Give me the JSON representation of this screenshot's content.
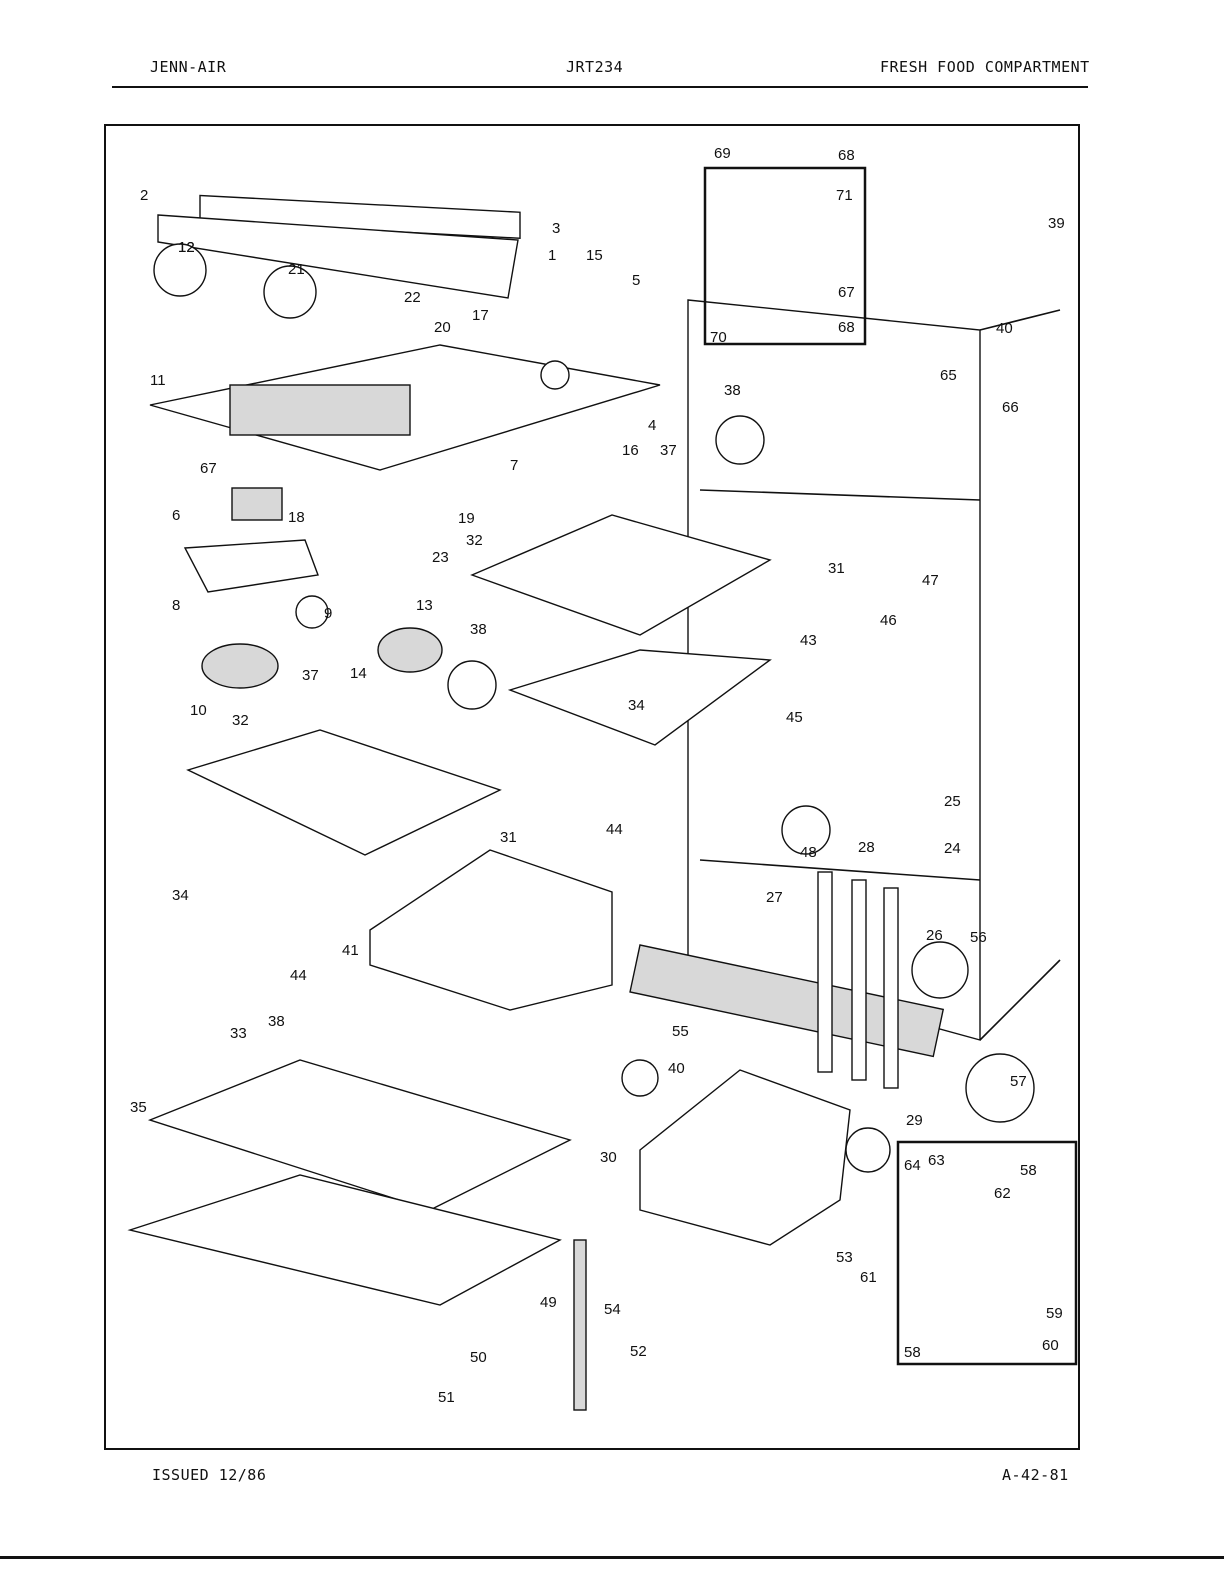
{
  "header": {
    "brand": "JENN-AIR",
    "model": "JRT234",
    "section": "FRESH FOOD COMPARTMENT"
  },
  "footer": {
    "issued": "ISSUED 12/86",
    "page_code": "A-42-81"
  },
  "callouts": [
    "1",
    "2",
    "3",
    "4",
    "5",
    "6",
    "7",
    "8",
    "9",
    "10",
    "11",
    "12",
    "13",
    "14",
    "15",
    "16",
    "17",
    "18",
    "19",
    "20",
    "21",
    "22",
    "23",
    "24",
    "25",
    "26",
    "27",
    "28",
    "29",
    "30",
    "31",
    "32",
    "33",
    "34",
    "35",
    "37",
    "38",
    "39",
    "40",
    "41",
    "43",
    "44",
    "45",
    "46",
    "47",
    "48",
    "49",
    "50",
    "51",
    "52",
    "53",
    "54",
    "55",
    "56",
    "57",
    "58",
    "59",
    "60",
    "61",
    "62",
    "63",
    "64",
    "65",
    "66",
    "67",
    "68",
    "69",
    "70",
    "71"
  ]
}
